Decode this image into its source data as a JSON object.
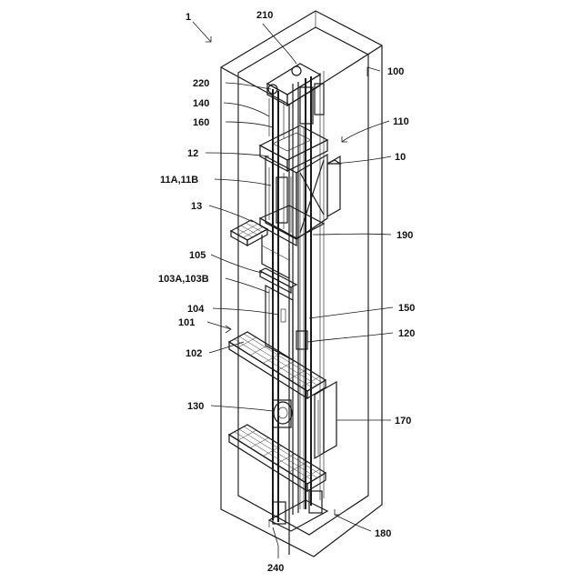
{
  "figure": {
    "labels": [
      {
        "id": "lbl-1",
        "text": "1"
      },
      {
        "id": "lbl-210",
        "text": "210"
      },
      {
        "id": "lbl-100",
        "text": "100"
      },
      {
        "id": "lbl-220",
        "text": "220"
      },
      {
        "id": "lbl-140",
        "text": "140"
      },
      {
        "id": "lbl-160",
        "text": "160"
      },
      {
        "id": "lbl-110",
        "text": "110"
      },
      {
        "id": "lbl-12",
        "text": "12"
      },
      {
        "id": "lbl-10",
        "text": "10"
      },
      {
        "id": "lbl-11a11b",
        "text": "11A,11B"
      },
      {
        "id": "lbl-13",
        "text": "13"
      },
      {
        "id": "lbl-190",
        "text": "190"
      },
      {
        "id": "lbl-105",
        "text": "105"
      },
      {
        "id": "lbl-103a103b",
        "text": "103A,103B"
      },
      {
        "id": "lbl-104",
        "text": "104"
      },
      {
        "id": "lbl-150",
        "text": "150"
      },
      {
        "id": "lbl-101",
        "text": "101"
      },
      {
        "id": "lbl-120",
        "text": "120"
      },
      {
        "id": "lbl-102",
        "text": "102"
      },
      {
        "id": "lbl-130",
        "text": "130"
      },
      {
        "id": "lbl-170",
        "text": "170"
      },
      {
        "id": "lbl-180",
        "text": "180"
      },
      {
        "id": "lbl-240",
        "text": "240"
      }
    ]
  }
}
